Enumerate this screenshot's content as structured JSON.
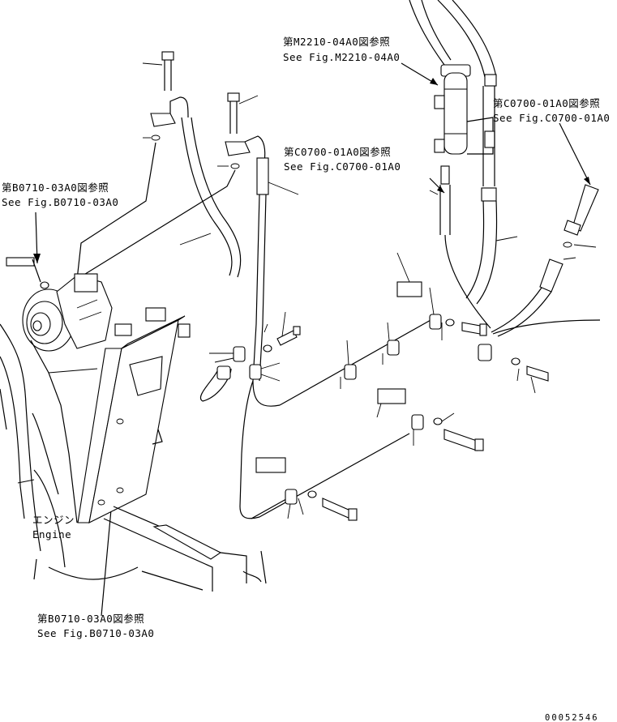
{
  "labels": {
    "ref_m2210_jp": "第M2210-04A0図参照",
    "ref_m2210_en": "See Fig.M2210-04A0",
    "ref_c0700_right_jp": "第C0700-01A0図参照",
    "ref_c0700_right_en": "See Fig.C0700-01A0",
    "ref_c0700_mid_jp": "第C0700-01A0図参照",
    "ref_c0700_mid_en": "See Fig.C0700-01A0",
    "ref_b0710_top_jp": "第B0710-03A0図参照",
    "ref_b0710_top_en": "See Fig.B0710-03A0",
    "ref_b0710_bottom_jp": "第B0710-03A0図参照",
    "ref_b0710_bottom_en": "See Fig.B0710-03A0",
    "engine_jp": "エンジン",
    "engine_en": "Engine",
    "drawing_number": "00052546"
  }
}
